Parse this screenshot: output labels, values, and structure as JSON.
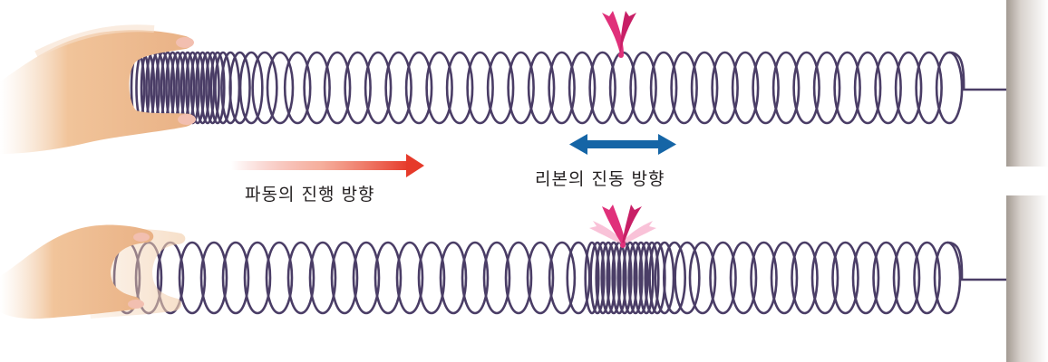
{
  "diagram": {
    "title": "Longitudinal wave on a spring",
    "panels": [
      {
        "id": "top",
        "state": "hand compresses spring at left end; ribbon at rest on spring"
      },
      {
        "id": "bottom",
        "state": "compression has travelled to the ribbon; ribbon oscillates back and forth"
      }
    ],
    "labels": {
      "wave_direction": "파동의 진행 방향",
      "ribbon_vibration": "리본의 진동 방향"
    },
    "colors": {
      "spring": "#4a3d66",
      "ribbon": "#e0307a",
      "ribbon_light": "#f6a8c8",
      "wave_arrow": "#e63a2a",
      "vibration_arrow": "#1565a6",
      "wall": "#b5aca4",
      "skin": "#f1c49a"
    },
    "icons": {
      "wave_arrow": "right-arrow",
      "vibration_arrow": "double-headed-horizontal-arrow"
    }
  }
}
